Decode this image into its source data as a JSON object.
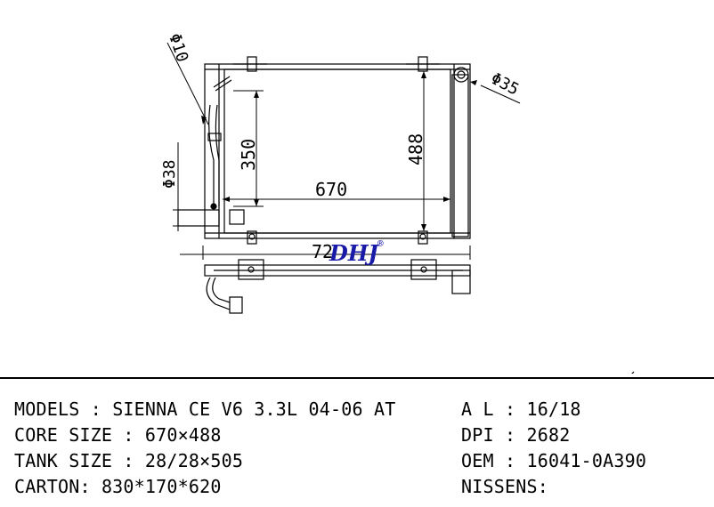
{
  "drawing": {
    "dimensions": {
      "d10": "Φ10",
      "d35": "Φ35",
      "d38": "Φ38",
      "h350": "350",
      "h488": "488",
      "w670": "670",
      "w72x": "72"
    },
    "logo": {
      "text": "DHJ",
      "mark": "®",
      "color": "#1a1aa8"
    }
  },
  "specs": {
    "left": [
      {
        "label": "MODELS",
        "sep": " : ",
        "value": "SIENNA CE V6 3.3L 04-06 AT"
      },
      {
        "label": "CORE SIZE",
        "sep": " : ",
        "value": "670×488"
      },
      {
        "label": "TANK SIZE",
        "sep": " : ",
        "value": "28/28×505"
      },
      {
        "label": "CARTON",
        "sep": ": ",
        "value": "830*170*620"
      }
    ],
    "right": [
      {
        "label": "A L",
        "sep": " : ",
        "value": "16/18"
      },
      {
        "label": "DPI",
        "sep": " : ",
        "value": "2682"
      },
      {
        "label": "OEM",
        "sep": " : ",
        "value": "16041-0A390"
      },
      {
        "label": "NISSENS",
        "sep": ":",
        "value": ""
      }
    ]
  }
}
